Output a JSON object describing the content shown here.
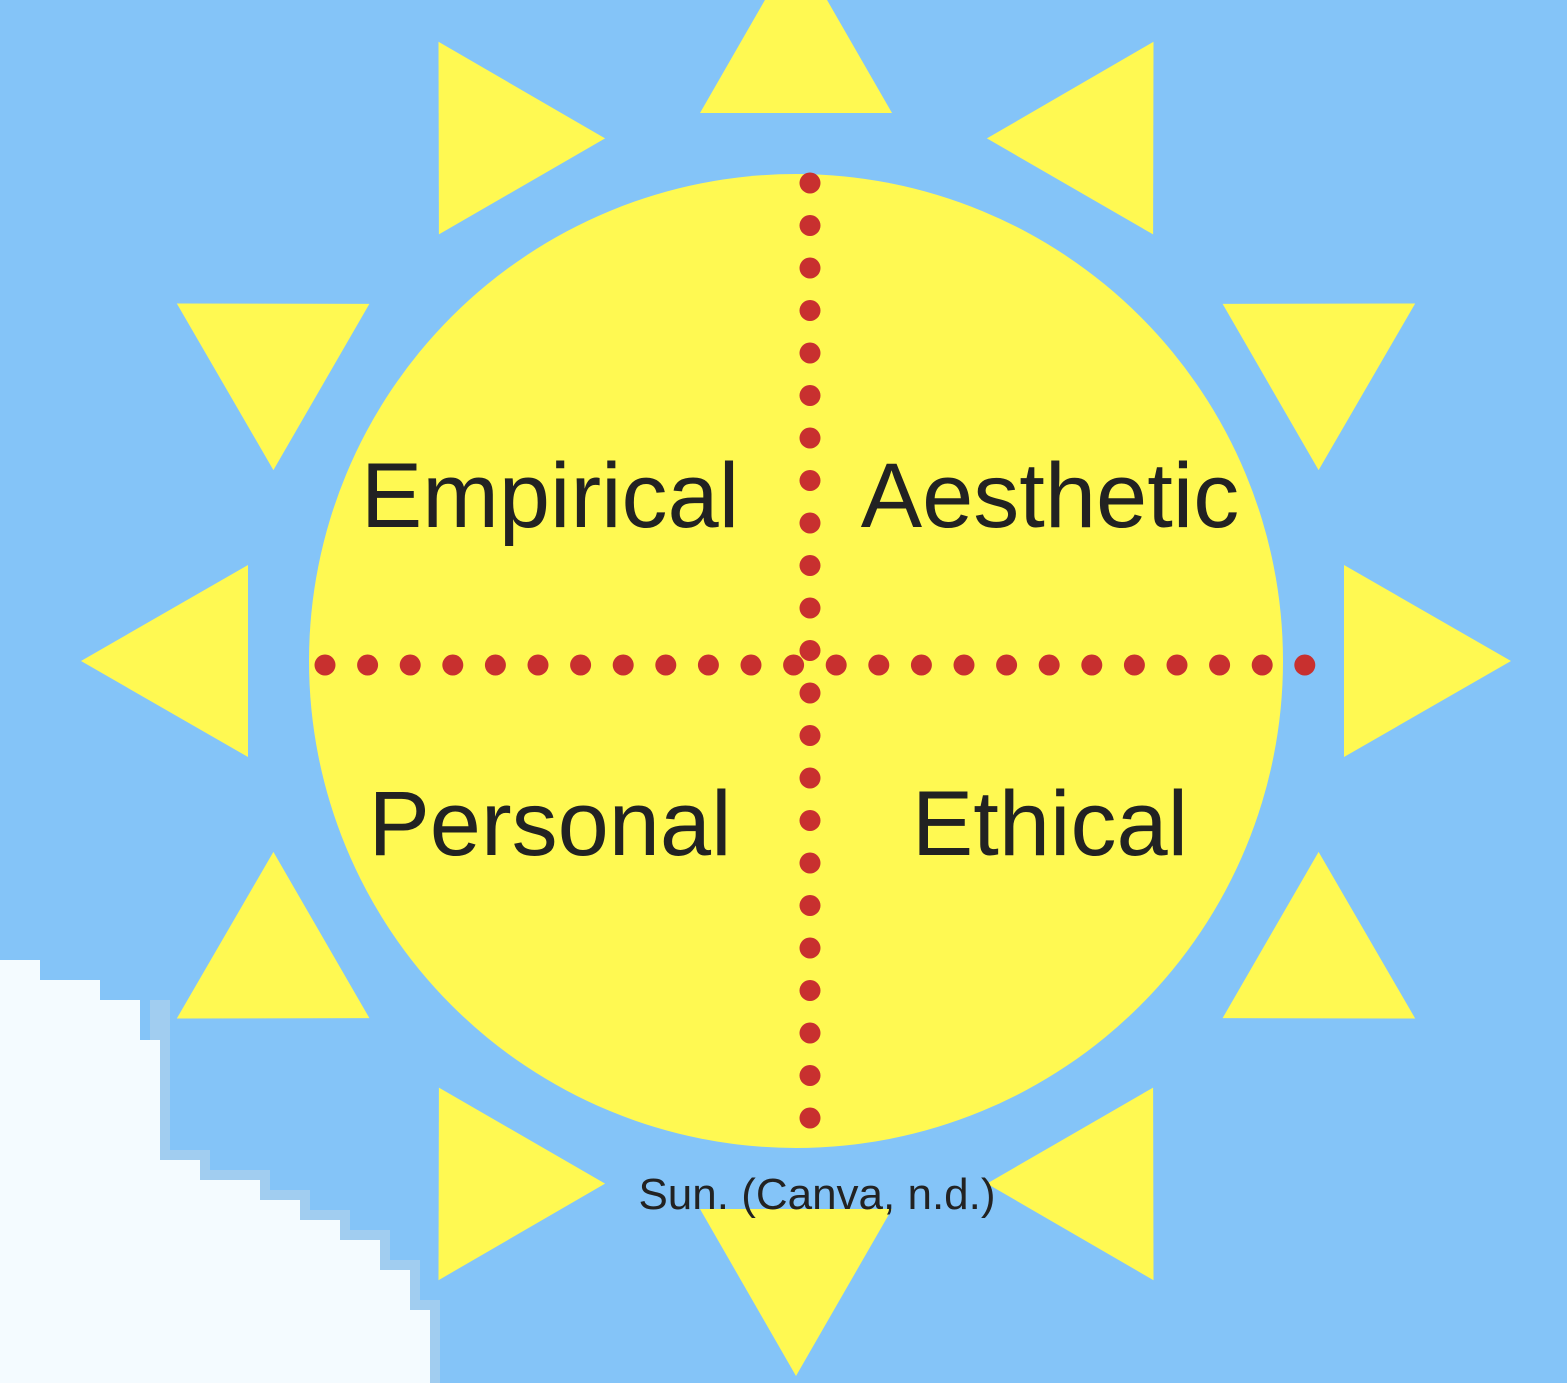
{
  "diagram": {
    "quadrants": {
      "top_left": "Empirical",
      "top_right": "Aesthetic",
      "bottom_left": "Personal",
      "bottom_right": "Ethical"
    },
    "caption": "Sun. (Canva, n.d.)"
  },
  "colors": {
    "sky": "#84c4f8",
    "sun": "#fff952",
    "divider_dots": "#c8302f",
    "text": "#222222",
    "cloud": "#f4fbff"
  },
  "icons": {
    "sun": "sun-icon",
    "cloud": "cloud-icon"
  }
}
